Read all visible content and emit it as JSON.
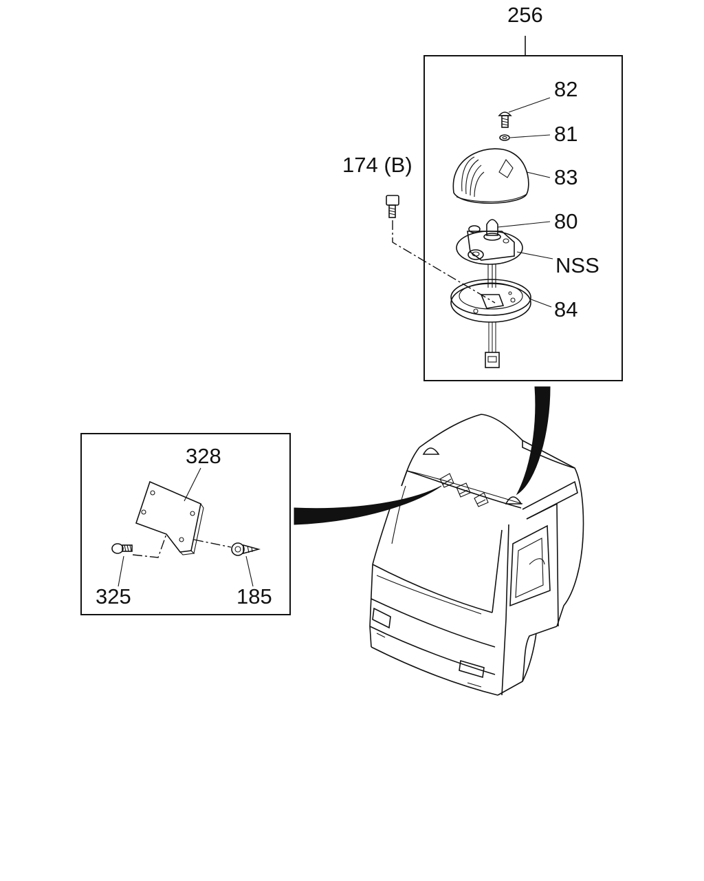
{
  "callouts": {
    "assembly": "256",
    "screw": "82",
    "washer": "81",
    "lens": "83",
    "bulb": "80",
    "socket": "NSS",
    "base": "84",
    "bolt": "174 (B)",
    "plate": "328",
    "plate_screw": "325",
    "clip": "185"
  }
}
